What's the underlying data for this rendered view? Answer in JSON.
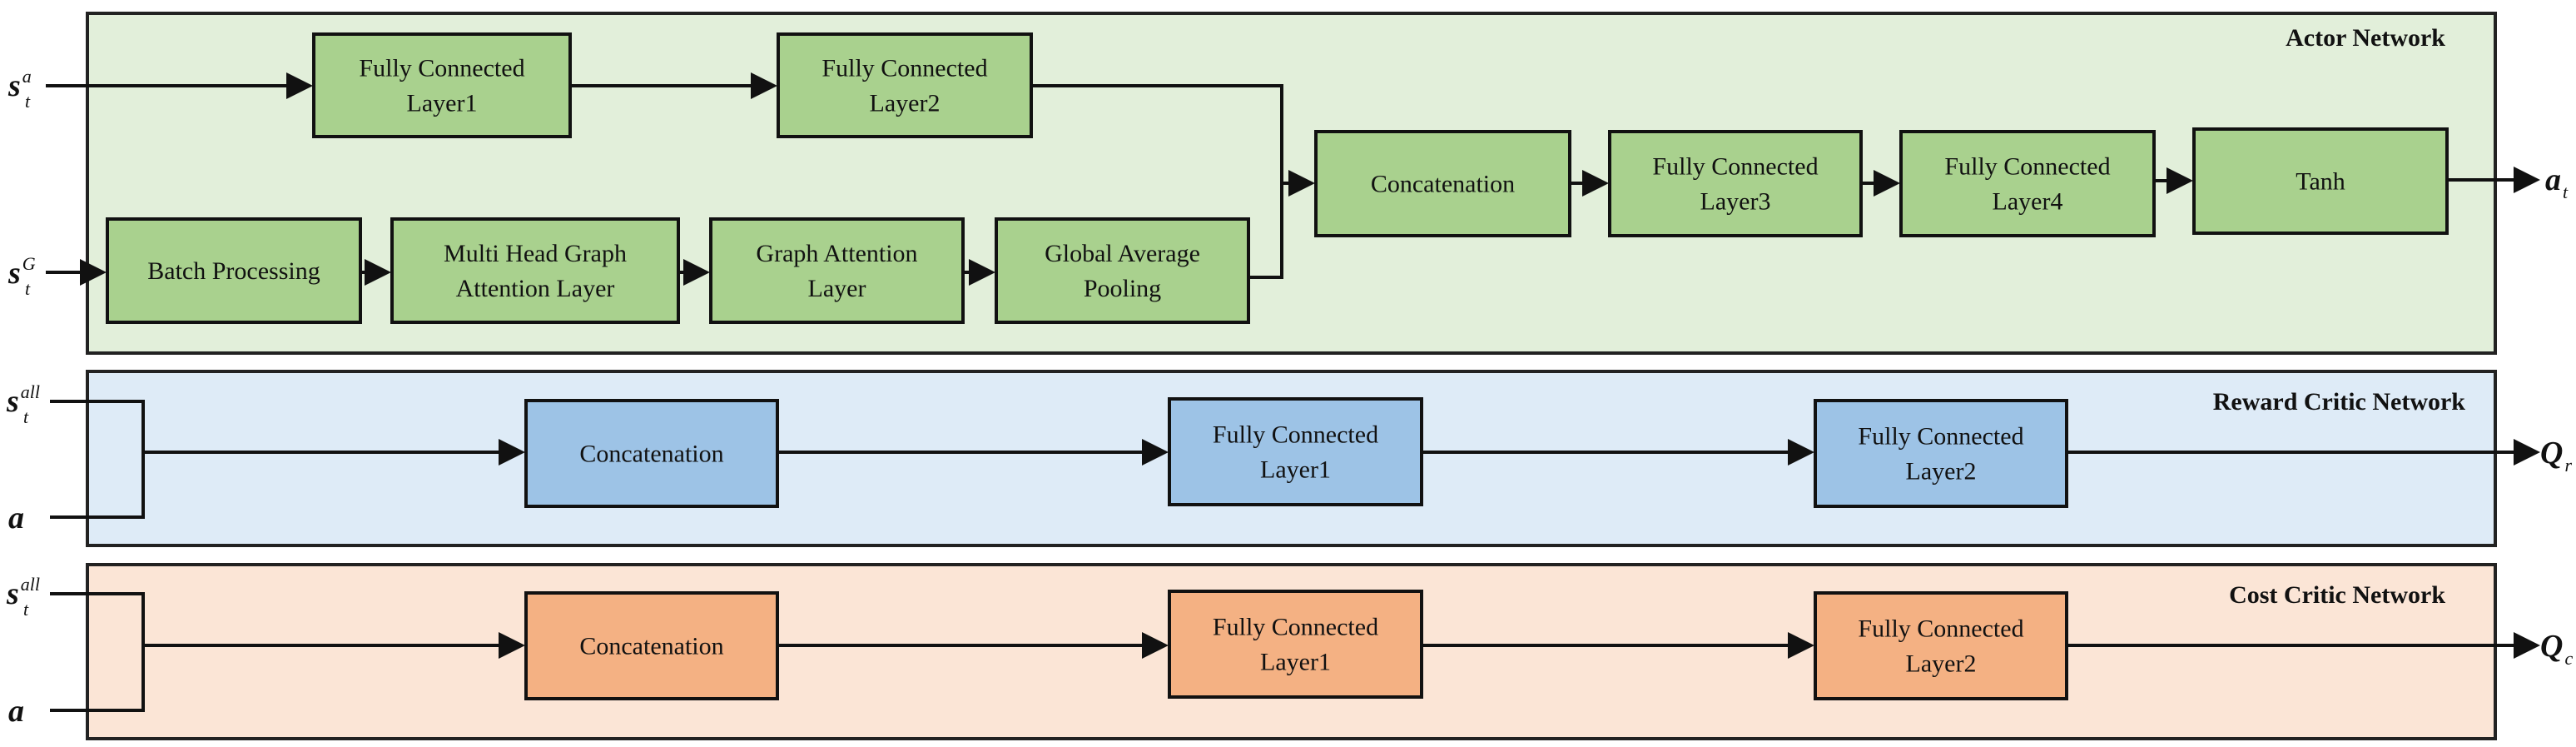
{
  "colors": {
    "actor_bg": "#e2efda",
    "actor_block": "#a9d18e",
    "reward_bg": "#deebf7",
    "reward_block": "#9dc3e6",
    "cost_bg": "#fbe5d6",
    "cost_block": "#f4b183"
  },
  "actor": {
    "title": "Actor Network",
    "inputs": {
      "sa": {
        "base": "s",
        "sub": "t",
        "sup": "a"
      },
      "sg": {
        "base": "s",
        "sub": "t",
        "sup": "G"
      }
    },
    "output": {
      "base": "a",
      "sub": "t"
    },
    "blocks": {
      "fc1": [
        "Fully Connected",
        "Layer1"
      ],
      "fc2": [
        "Fully Connected",
        "Layer2"
      ],
      "batch": [
        "Batch Processing"
      ],
      "mhga": [
        "Multi Head Graph",
        "Attention  Layer"
      ],
      "gal": [
        "Graph Attention",
        "Layer"
      ],
      "gap": [
        "Global Average",
        "Pooling"
      ],
      "concat": [
        "Concatenation"
      ],
      "fc3": [
        "Fully Connected",
        "Layer3"
      ],
      "fc4": [
        "Fully Connected",
        "Layer4"
      ],
      "tanh": [
        "Tanh"
      ]
    }
  },
  "reward": {
    "title": "Reward Critic Network",
    "inputs": {
      "s": {
        "base": "s",
        "sub": "t",
        "sup": "all"
      },
      "a": {
        "base": "a"
      }
    },
    "output": {
      "base": "Q",
      "sub": "r"
    },
    "blocks": {
      "concat": [
        "Concatenation"
      ],
      "fc1": [
        "Fully Connected",
        "Layer1"
      ],
      "fc2": [
        "Fully Connected",
        "Layer2"
      ]
    }
  },
  "cost": {
    "title": "Cost Critic Network",
    "inputs": {
      "s": {
        "base": "s",
        "sub": "t",
        "sup": "all"
      },
      "a": {
        "base": "a"
      }
    },
    "output": {
      "base": "Q",
      "sub": "c"
    },
    "blocks": {
      "concat": [
        "Concatenation"
      ],
      "fc1": [
        "Fully Connected",
        "Layer1"
      ],
      "fc2": [
        "Fully Connected",
        "Layer2"
      ]
    }
  }
}
